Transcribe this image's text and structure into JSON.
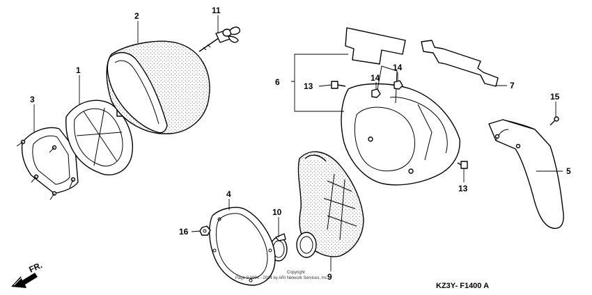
{
  "callouts": {
    "c1": "1",
    "c2": "2",
    "c3": "3",
    "c4": "4",
    "c5": "5",
    "c6": "6",
    "c7": "7",
    "c9": "9",
    "c10": "10",
    "c11": "11",
    "c13a": "13",
    "c13b": "13",
    "c14a": "14",
    "c14b": "14",
    "c15": "15",
    "c16": "16"
  },
  "direction_label": "FR.",
  "reference_code": "KZ3Y- F1400 A",
  "copyright": {
    "line1": "Copyright",
    "line2": "Page 2 2004 - 2014 by ARI Network Services, Inc."
  },
  "icons": [
    "front-direction-arrow-icon"
  ]
}
